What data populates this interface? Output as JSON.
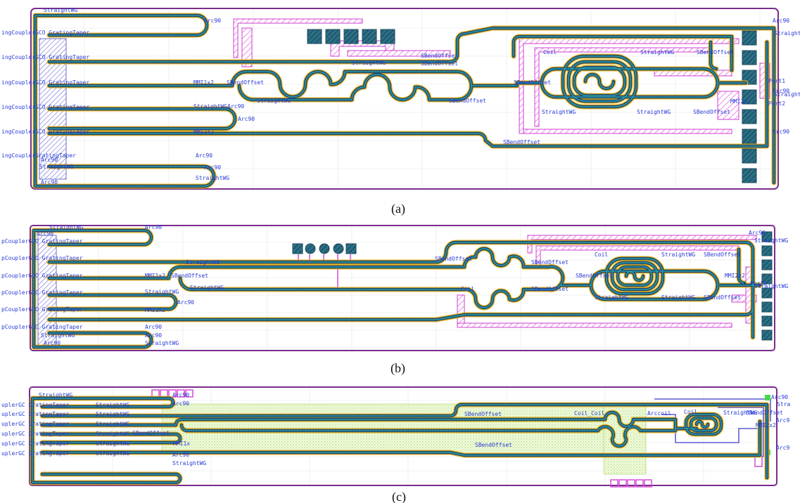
{
  "captions": {
    "a": "(a)",
    "b": "(b)",
    "c": "(c)"
  },
  "panel_a": {
    "labels": {
      "straightwg_top": "StraightWG",
      "arc90_top": "Arc90",
      "coupler_1": "ingCouplerGCO GratingTaper",
      "coupler_2": "ingCouplerGCO GratingTaper",
      "coupler_3": "ingCouplerGCO GratingTaper",
      "coupler_4": "ingCouplerGCO GratingTaper",
      "coupler_5": "ingCouplerGCO GratingTaper",
      "coupler_6": "ingCouplerGratingTaper",
      "straightwg_mid": "StraightWG",
      "sbendoffset_1": "SBendOffset",
      "sbendoffset_2": "SBendOffset",
      "mmi_1": "MMI1x2",
      "mmi_2": "MMI1x2",
      "sbendoffset_3": "SBendOffset",
      "straightwg_3": "StraightWG",
      "straightwg_arc": "StraightWGArc90",
      "arc90_mid": "Arc90",
      "sbendoffset_4": "SBendOffset",
      "coil": "Coil",
      "straightwg_4": "StraightWG",
      "sbendoffset_5": "SBendOffset",
      "straightwg_5": "StraightWG",
      "straightwg_6": "StraightWG",
      "sbendoffset_6": "SBendOffset",
      "sbendoffset_7": "SBendOffset",
      "mmi_3": "MMI2x",
      "arc90_r1": "Arc90",
      "straight_r": "Straight",
      "port1": "Port1",
      "port2": "Port2",
      "arc90_r2": "Arc90",
      "straight_r2": "Straight",
      "arc90_r3": "Arc90",
      "arc90_bl1": "Arc90",
      "arc90_bl2": "Arc90",
      "straightwg_bl": "StraightWG",
      "straightwg_br": "StraightWG",
      "arc90_br": "Arc90",
      "arc90_br2": "Arc90",
      "sbendoffset_bottom": "SBendOffset"
    }
  },
  "panel_b": {
    "labels": {
      "straightwg_top": "StraightWG",
      "arc90_top": "Arc90",
      "arc90_left": "Arc90",
      "coupler_1": "pCouplerGCO GratingTaper",
      "coupler_2": "pCouplerGCO GratingTaper",
      "coupler_3": "pCouplerGCO GratingTaper",
      "coupler_4": "pCouplerGCO GratingTaper",
      "coupler_5": "pCouplerGCO GratingTaper",
      "coupler_6": "pCouplerGCO GratingTaper",
      "straightwg_2": "StraightWG",
      "mmi_1": "MMI1x2",
      "sbendoffset_1": "SBendOffset",
      "straightwg_3": "StraightWG",
      "straightwg_4": "StraightWG",
      "mmi_2": "MMI1x2",
      "arc90_mid": "Arc90",
      "sbendoffset_2": "SBendOffset",
      "coil_1": "Coil",
      "sbendoffset_3": "SBendOffset",
      "sbendoffset_4": "SBendOffset",
      "coil_2": "Coil",
      "straightwg_5": "StraightWG",
      "sbendoffset_5": "SBendOffset",
      "straightwg_6": "StraightWG",
      "sbendoffset_6": "SBendOffset",
      "straightwg_7": "StraightWG",
      "sbendoffset_7": "SBendOffset",
      "mmi_3": "MMI2x2",
      "port": "Port2",
      "arc90_r": "Arc90",
      "straightwg_r": "StraightWG",
      "straightwg_r2": "StraightWG",
      "arc90_b1": "Arc90",
      "arc90_b2": "Arc90",
      "straightwg_b": "StraightWG",
      "straightwg_b2": "StraightWG",
      "arc90_b3": "Arc90"
    }
  },
  "panel_c": {
    "labels": {
      "straightwg_top": "StraightWG",
      "coupler_1": "uplerGC GratingTaper",
      "coupler_2": "uplerGC GratingTaper",
      "coupler_3": "uplerGC GratingTaper",
      "coupler_4": "uplerGC GratingTaper",
      "coupler_5": "uplerGC GratingTaper",
      "coupler_6": "uplerGC GratingTaper",
      "sw_1": "StraightWG",
      "sw_2": "StraightWG",
      "sw_3": "StraightWG",
      "sw_4": "StraightWG",
      "sw_5": "StraightWG",
      "sw_6": "StraightWG",
      "arc90_1": "Arc90",
      "arc90_2": "Arc90",
      "sbendoffset_1": "SBendOffset",
      "sbendoffset_2": "SBendOffset",
      "sbendoffset_3": "SBendOffset",
      "mmi_1": "MMI1x",
      "arc90_3": "Arc90",
      "straightwg_b": "StraightWG",
      "coil_1": "Coil_Coil",
      "arccoil": "Arccoil",
      "coil_2": "Coil",
      "straight_r": "StraightWG",
      "offset_r": "SBendOffset",
      "arc90_r": "Arc90",
      "mmi_2": "MMI2x2",
      "arc_r2": "Arc9",
      "arc_r3": "Arc9",
      "tra": "Stra"
    }
  }
}
